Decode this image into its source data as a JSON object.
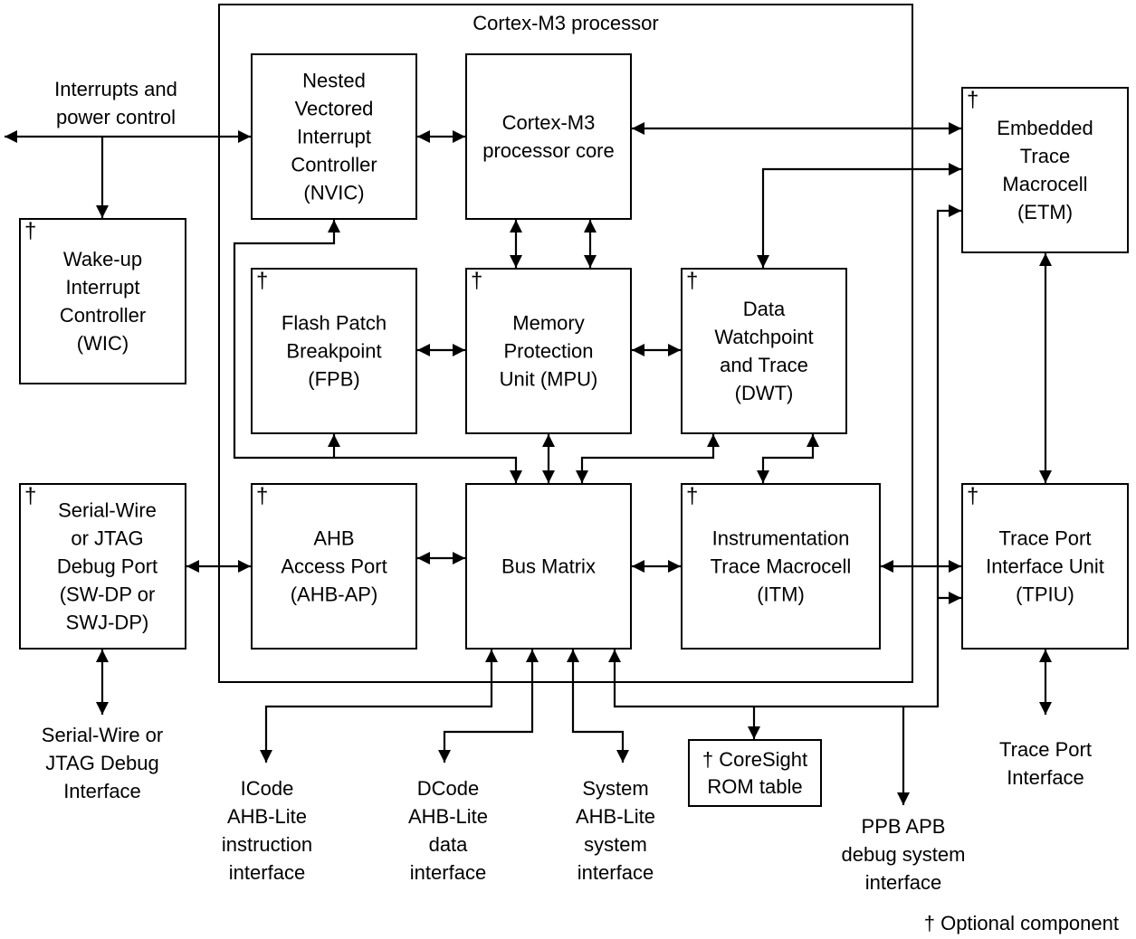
{
  "diagram": {
    "processor_title": "Cortex-M3 processor",
    "optional_marker": "†",
    "legend": "† Optional component",
    "blocks": {
      "nvic": {
        "label": "Nested\nVectored\nInterrupt\nController\n(NVIC)",
        "optional": false
      },
      "core": {
        "label": "Cortex-M3\nprocessor core",
        "optional": false
      },
      "fpb": {
        "label": "Flash Patch\nBreakpoint\n(FPB)",
        "optional": true
      },
      "mpu": {
        "label": "Memory\nProtection\nUnit (MPU)",
        "optional": true
      },
      "dwt": {
        "label": "Data\nWatchpoint\nand Trace\n(DWT)",
        "optional": true
      },
      "ahb_ap": {
        "label": "AHB\nAccess Port\n(AHB-AP)",
        "optional": true
      },
      "bus_matrix": {
        "label": "Bus Matrix",
        "optional": false
      },
      "itm": {
        "label": "Instrumentation\nTrace Macrocell\n(ITM)",
        "optional": true
      },
      "wic": {
        "label": "Wake-up\nInterrupt\nController\n(WIC)",
        "optional": true
      },
      "swdp": {
        "label": "Serial-Wire\nor JTAG\nDebug Port\n(SW-DP or\nSWJ-DP)",
        "optional": true
      },
      "etm": {
        "label": "Embedded\nTrace\nMacrocell\n(ETM)",
        "optional": true
      },
      "tpiu": {
        "label": "Trace Port\nInterface Unit\n(TPIU)",
        "optional": true
      },
      "rom_table": {
        "label": "† CoreSight\nROM table",
        "optional": true
      }
    },
    "external_labels": {
      "interrupts": "Interrupts and\npower control",
      "swj_interface": "Serial-Wire or\nJTAG Debug\nInterface",
      "icode": "ICode\nAHB-Lite\ninstruction\ninterface",
      "dcode": "DCode\nAHB-Lite\ndata\ninterface",
      "system": "System\nAHB-Lite\nsystem\ninterface",
      "ppb": "PPB APB\ndebug system\ninterface",
      "trace_port": "Trace Port\nInterface"
    },
    "connections": [
      {
        "from": "interrupts",
        "to": "nvic",
        "direction": "both"
      },
      {
        "from": "interrupts",
        "to": "wic",
        "direction": "forward"
      },
      {
        "from": "nvic",
        "to": "core",
        "direction": "both"
      },
      {
        "from": "core",
        "to": "etm",
        "direction": "both"
      },
      {
        "from": "core",
        "to": "mpu",
        "direction": "both"
      },
      {
        "from": "fpb",
        "to": "mpu",
        "direction": "both"
      },
      {
        "from": "mpu",
        "to": "dwt",
        "direction": "both"
      },
      {
        "from": "etm",
        "to": "dwt",
        "direction": "both"
      },
      {
        "from": "bus_matrix",
        "to": "nvic",
        "direction": "forward"
      },
      {
        "from": "bus_matrix",
        "to": "fpb",
        "direction": "forward"
      },
      {
        "from": "mpu",
        "to": "bus_matrix",
        "direction": "both"
      },
      {
        "from": "bus_matrix",
        "to": "dwt",
        "direction": "forward"
      },
      {
        "from": "dwt",
        "to": "itm",
        "direction": "both"
      },
      {
        "from": "swdp",
        "to": "ahb_ap",
        "direction": "both"
      },
      {
        "from": "ahb_ap",
        "to": "bus_matrix",
        "direction": "both"
      },
      {
        "from": "bus_matrix",
        "to": "itm",
        "direction": "both"
      },
      {
        "from": "itm",
        "to": "tpiu",
        "direction": "both"
      },
      {
        "from": "etm",
        "to": "tpiu",
        "direction": "both"
      },
      {
        "from": "swdp",
        "to": "swj_interface",
        "direction": "both"
      },
      {
        "from": "tpiu",
        "to": "trace_port",
        "direction": "both"
      },
      {
        "from": "bus_matrix",
        "to": "icode",
        "direction": "both"
      },
      {
        "from": "bus_matrix",
        "to": "dcode",
        "direction": "both"
      },
      {
        "from": "bus_matrix",
        "to": "system",
        "direction": "both"
      },
      {
        "from": "bus_matrix",
        "to": "rom_table",
        "direction": "forward"
      },
      {
        "from": "bus_matrix",
        "to": "ppb",
        "direction": "forward"
      },
      {
        "from": "ppb",
        "to": "etm",
        "direction": "forward"
      },
      {
        "from": "ppb",
        "to": "tpiu",
        "direction": "forward"
      }
    ]
  }
}
